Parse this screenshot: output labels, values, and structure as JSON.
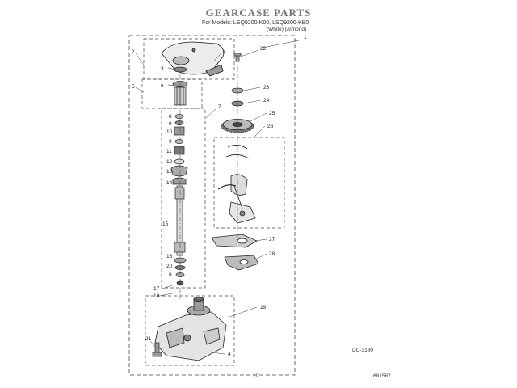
{
  "header": {
    "title": "GEARCASE PARTS",
    "models": "For Models: LSQ9200-K00, LSQ9200-KB0",
    "colors": "(White)          (Almond)"
  },
  "callouts": [
    "1",
    "2",
    "3",
    "4",
    "5",
    "6",
    "7",
    "8",
    "9",
    "10",
    "9",
    "11",
    "12",
    "13",
    "14",
    "15",
    "16",
    "20",
    "8",
    "17",
    "18",
    "19",
    "21",
    "4",
    "22",
    "23",
    "24",
    "25",
    "26",
    "27",
    "28"
  ],
  "footer": {
    "page_number": "12",
    "diagram_code": "DC-3180",
    "part_code": "681587"
  }
}
